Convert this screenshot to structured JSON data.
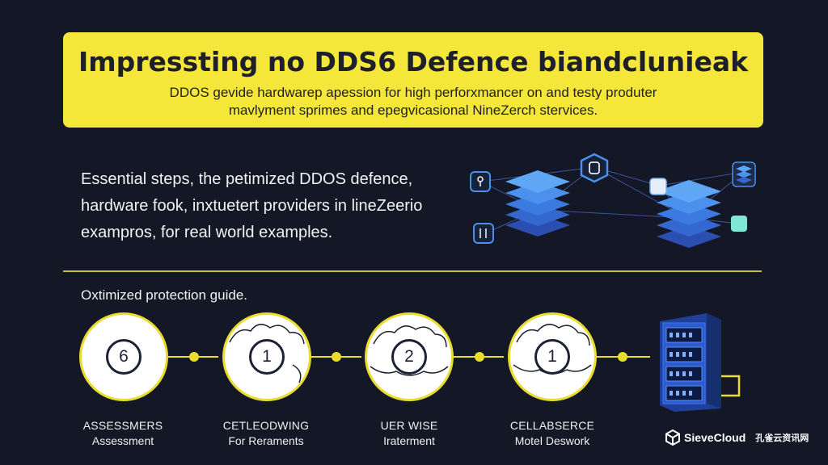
{
  "banner": {
    "title": "Impressting no DDS6 Defence biandclunieak",
    "subtitle_line1": "DDOS gevide hardwarep apession for high perforxmancer on and testy produter",
    "subtitle_line2": "mavlyment sprimes and epegvicasional NineZerch stervices."
  },
  "intro": {
    "line1": "Essential steps, the petimized DDOS defence,",
    "line2": "hardware fook, inxtuetert providers in lineZeerio",
    "line3": "exampros, for real world examples."
  },
  "guide": {
    "title": "Oxtimized protection guide."
  },
  "steps": [
    {
      "number": "6",
      "label_upper": "ASSESSMERS",
      "label_lower": "Assessment"
    },
    {
      "number": "1",
      "label_upper": "CETLEODWING",
      "label_lower": "For Reraments"
    },
    {
      "number": "2",
      "label_upper": "UER WISE",
      "label_lower": "Iraterment"
    },
    {
      "number": "1",
      "label_upper": "CELLABSERCE",
      "label_lower": "Motel Deswork"
    }
  ],
  "brand": {
    "name": "SieveCloud",
    "cn": "孔雀云资讯网"
  },
  "colors": {
    "background": "#141826",
    "accent_yellow": "#f5e63a",
    "node_blue": "#3b82e6",
    "node_cyan": "#7ee8d8"
  }
}
